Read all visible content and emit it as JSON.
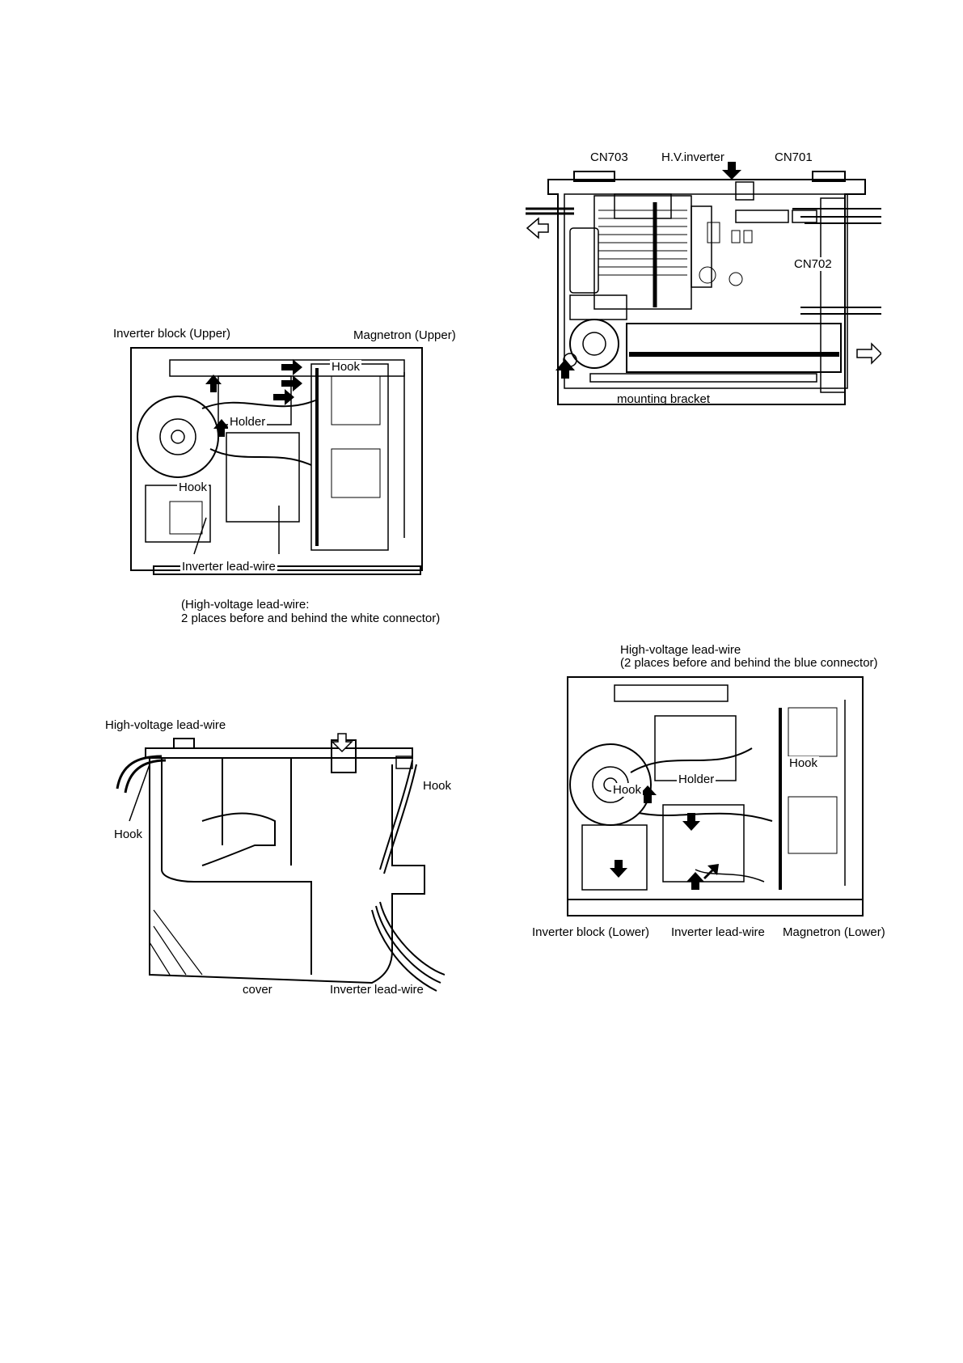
{
  "figure_tr": {
    "labels": {
      "cn703": "CN703",
      "hv_inverter": "H.V.inverter",
      "cn701": "CN701",
      "cn702": "CN702",
      "mounting_bracket": "mounting bracket"
    }
  },
  "figure_ml": {
    "labels": {
      "inverter_block_upper": "Inverter block (Upper)",
      "magnetron_upper": "Magnetron (Upper)",
      "hook_top": "Hook",
      "holder": "Holder",
      "hook_left": "Hook",
      "inverter_lead_wire": "Inverter lead-wire",
      "hv_note_line1": "(High-voltage lead-wire:",
      "hv_note_line2": "2 places before and behind the white connector)"
    }
  },
  "figure_bl": {
    "labels": {
      "hv_lead_wire": "High-voltage lead-wire",
      "hook_left": "Hook",
      "hook_right": "Hook",
      "cover": "cover",
      "inverter_lead_wire": "Inverter lead-wire"
    }
  },
  "figure_br": {
    "labels": {
      "hv_line1": "High-voltage lead-wire",
      "hv_line2": "(2 places before and behind the blue connector)",
      "hook_right": "Hook",
      "holder": "Holder",
      "hook_left": "Hook",
      "inverter_block_lower": "Inverter block (Lower)",
      "inverter_lead_wire": "Inverter lead-wire",
      "magnetron_lower": "Magnetron (Lower)"
    }
  }
}
